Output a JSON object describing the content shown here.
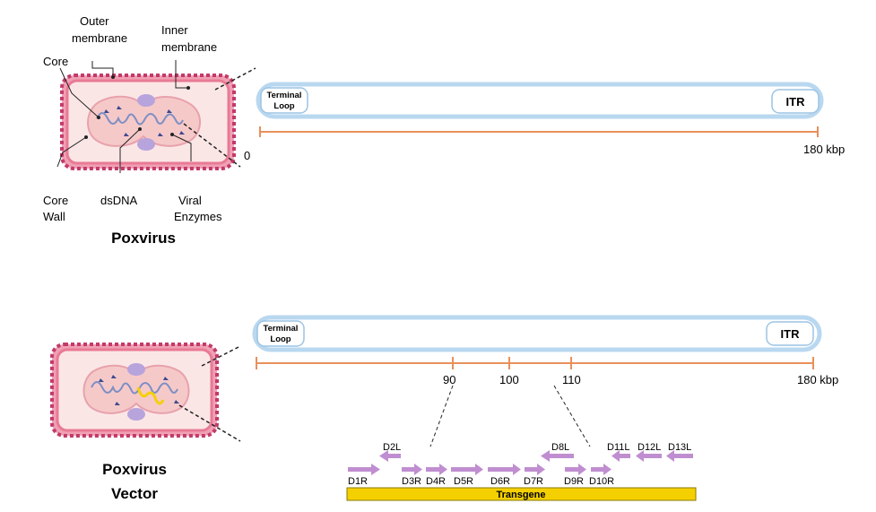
{
  "top": {
    "labels": {
      "outer_membrane_1": "Outer",
      "outer_membrane_2": "membrane",
      "inner_membrane_1": "Inner",
      "inner_membrane_2": "membrane",
      "core": "Core",
      "core_wall_1": "Core",
      "core_wall_2": "Wall",
      "dsdna": "dsDNA",
      "viral_enzymes_1": "Viral",
      "viral_enzymes_2": "Enzymes"
    },
    "title": "Poxvirus",
    "genome": {
      "terminal_loop_1": "Terminal",
      "terminal_loop_2": "Loop",
      "itr": "ITR",
      "scale_start": "0",
      "scale_end": "180 kbp"
    }
  },
  "bottom": {
    "title_1": "Poxvirus",
    "title_2": "Vector",
    "genome": {
      "terminal_loop_1": "Terminal",
      "terminal_loop_2": "Loop",
      "itr": "ITR",
      "tick_90": "90",
      "tick_100": "100",
      "tick_110": "110",
      "scale_end": "180 kbp"
    },
    "genes": {
      "upper": [
        "D2L",
        "D8L",
        "D11L",
        "D12L",
        "D13L"
      ],
      "lower": [
        "D1R",
        "D3R",
        "D4R",
        "D5R",
        "D6R",
        "D7R",
        "D9R",
        "D10R"
      ]
    },
    "transgene": "Transgene"
  },
  "colors": {
    "genome_border": "#b9d8f0",
    "scale": "#e8905a",
    "membrane": "#d9547a",
    "core_fill": "#f6c9c9",
    "dna": "#7d8fc4",
    "body_granule": "#b7a4dc",
    "gene_arrow": "#c08ed0",
    "transgene": "#f5d000",
    "dna_insert": "#f5d000"
  }
}
